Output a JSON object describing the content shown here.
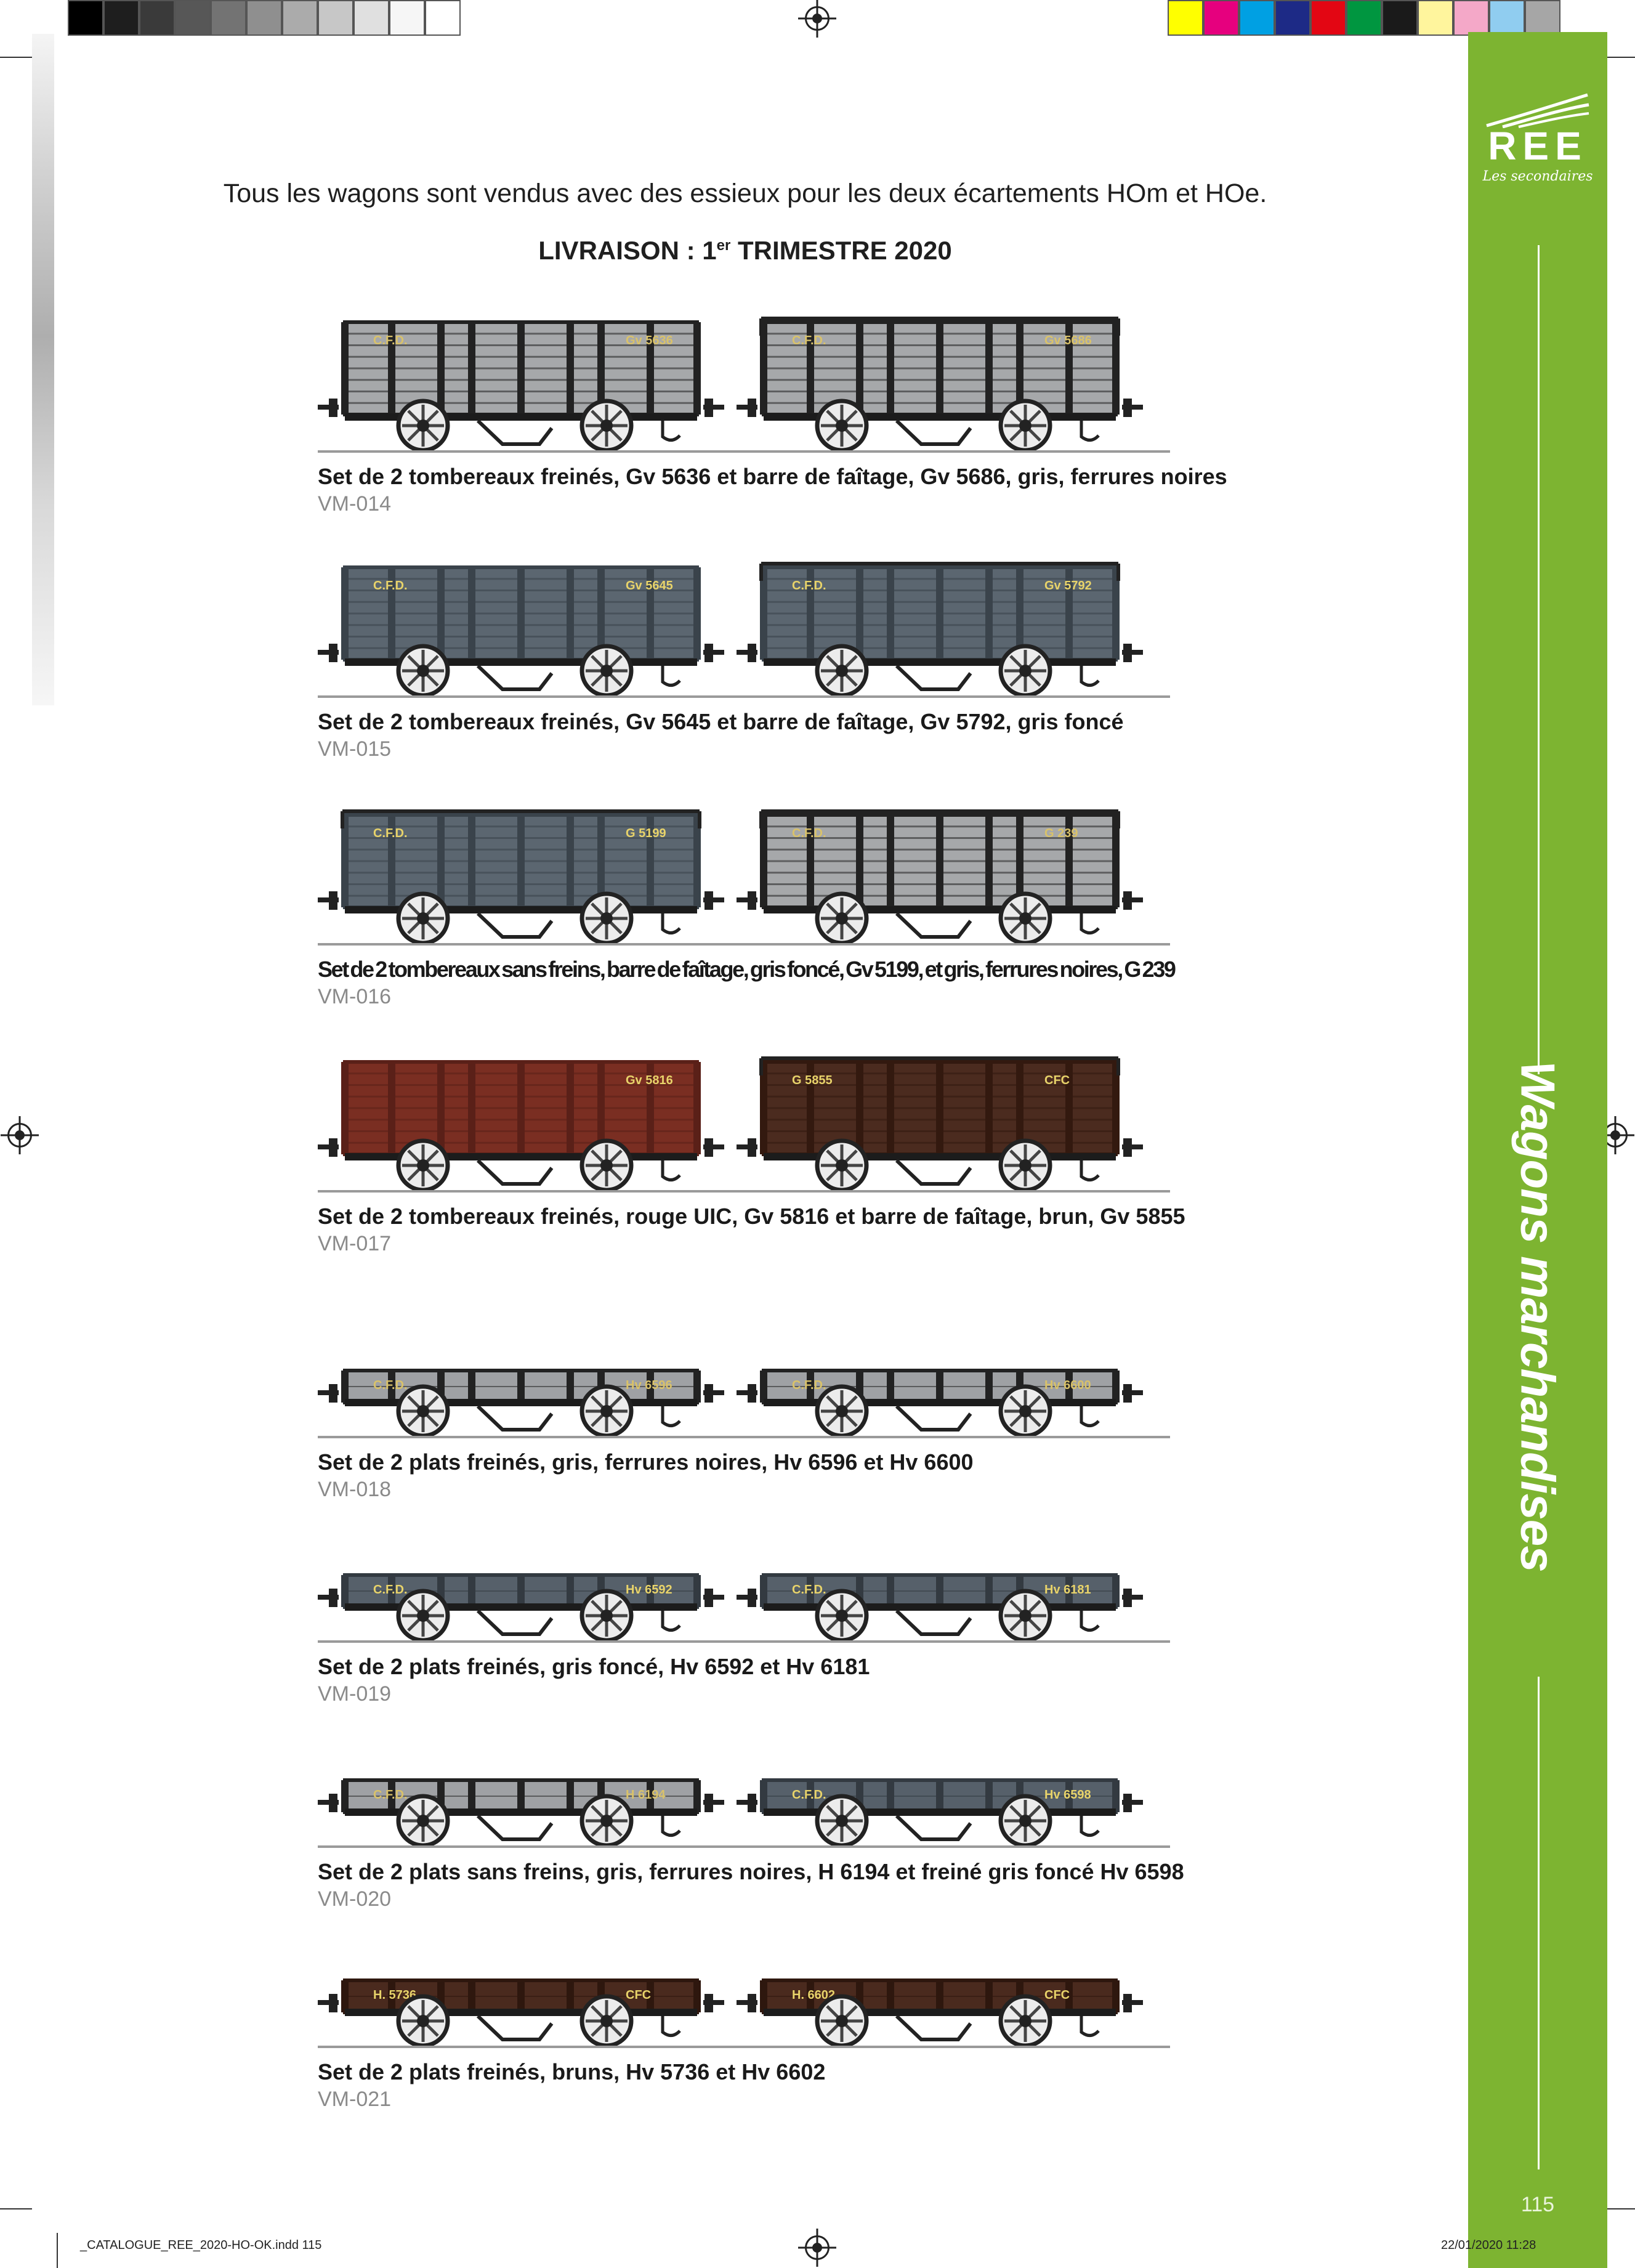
{
  "print_marks": {
    "gray_swatches": [
      "#000000",
      "#1e1e1e",
      "#3a3a3a",
      "#575757",
      "#737373",
      "#8f8f8f",
      "#ababab",
      "#c7c7c7",
      "#e0e0e0",
      "#f6f6f6",
      "#ffffff"
    ],
    "color_swatches": [
      "#ffff00",
      "#e6007e",
      "#00a0e3",
      "#1d2a86",
      "#e30613",
      "#009640",
      "#1a1a1a",
      "#fff59d",
      "#f4a8c8",
      "#90cdf0",
      "#a6a6a6"
    ]
  },
  "sidebar": {
    "brand": "REE",
    "brand_subtitle": "Les secondaires",
    "section_title": "Wagons marchandises",
    "page_number": "115",
    "color": "#7db431"
  },
  "intro": "Tous les wagons sont vendus avec des essieux pour les deux écartements HOm et HOe.",
  "delivery": {
    "prefix": "LIVRAISON : 1",
    "sup": "er",
    "suffix": " TRIMESTRE 2020"
  },
  "products": [
    {
      "title": "Set de 2 tombereaux freinés, Gv 5636 et barre de faîtage, Gv 5686, gris, ferrures noires",
      "ref": "VM-014",
      "wagons": [
        {
          "kind": "tombereau",
          "body": "#a6a8aa",
          "bars": "#222222",
          "roof_bar": false,
          "left": "C.F.D.",
          "right": "Gv 5636"
        },
        {
          "kind": "tombereau",
          "body": "#a6a8aa",
          "bars": "#222222",
          "roof_bar": true,
          "left": "C.F.D.",
          "right": "Gv 5686"
        }
      ]
    },
    {
      "title": "Set de 2 tombereaux freinés, Gv 5645 et barre de faîtage, Gv 5792, gris foncé",
      "ref": "VM-015",
      "wagons": [
        {
          "kind": "tombereau",
          "body": "#5b6670",
          "bars": "#3a434b",
          "roof_bar": false,
          "left": "C.F.D.",
          "right": "Gv 5645"
        },
        {
          "kind": "tombereau",
          "body": "#5b6670",
          "bars": "#3a434b",
          "roof_bar": true,
          "left": "C.F.D.",
          "right": "Gv 5792"
        }
      ]
    },
    {
      "title": "Set de 2 tombereaux sans freins, barre de faîtage, gris foncé, Gv 5199, et gris, ferrures noires, G 239",
      "ref": "VM-016",
      "wagons": [
        {
          "kind": "tombereau",
          "body": "#5b6670",
          "bars": "#3a434b",
          "roof_bar": true,
          "left": "C.F.D.",
          "right": "G 5199"
        },
        {
          "kind": "tombereau",
          "body": "#a6a8aa",
          "bars": "#222222",
          "roof_bar": true,
          "left": "C.F.D.",
          "right": "G 239"
        }
      ]
    },
    {
      "title": "Set de 2 tombereaux freinés, rouge UIC, Gv 5816 et barre de faîtage, brun, Gv 5855",
      "ref": "VM-017",
      "wagons": [
        {
          "kind": "tombereau",
          "body": "#7a2e22",
          "bars": "#5a2018",
          "roof_bar": false,
          "left": "",
          "right": "Gv 5816"
        },
        {
          "kind": "tombereau",
          "body": "#4b2b1f",
          "bars": "#33190f",
          "roof_bar": true,
          "left": "G 5855",
          "right": "CFC"
        }
      ]
    },
    {
      "title": "Set de 2 plats freinés, gris, ferrures noires, Hv 6596 et Hv 6600",
      "ref": "VM-018",
      "wagons": [
        {
          "kind": "plat",
          "body": "#9fa1a4",
          "bars": "#222222",
          "left": "C.F.D.",
          "right": "Hv 6596"
        },
        {
          "kind": "plat",
          "body": "#9fa1a4",
          "bars": "#222222",
          "left": "C.F.D.",
          "right": "Hv 6600"
        }
      ]
    },
    {
      "title": "Set de 2 plats freinés, gris foncé, Hv 6592 et Hv 6181",
      "ref": "VM-019",
      "wagons": [
        {
          "kind": "plat",
          "body": "#56606a",
          "bars": "#333a41",
          "left": "C.F.D.",
          "right": "Hv 6592"
        },
        {
          "kind": "plat",
          "body": "#56606a",
          "bars": "#333a41",
          "left": "C.F.D.",
          "right": "Hv 6181"
        }
      ]
    },
    {
      "title": "Set de 2 plats sans freins, gris, ferrures noires, H 6194 et freiné gris foncé Hv 6598",
      "ref": "VM-020",
      "wagons": [
        {
          "kind": "plat",
          "body": "#9fa1a4",
          "bars": "#222222",
          "left": "C.F.D.",
          "right": "H 6194"
        },
        {
          "kind": "plat",
          "body": "#56606a",
          "bars": "#333a41",
          "left": "C.F.D.",
          "right": "Hv 6598"
        }
      ]
    },
    {
      "title": "Set de 2 plats freinés, bruns, Hv 5736 et Hv 6602",
      "ref": "VM-021",
      "wagons": [
        {
          "kind": "plat",
          "body": "#4a2a1e",
          "bars": "#2e170e",
          "left": "H. 5736",
          "right": "CFC"
        },
        {
          "kind": "plat",
          "body": "#4a2a1e",
          "bars": "#2e170e",
          "left": "H. 6602",
          "right": "CFC"
        }
      ]
    }
  ],
  "footer": {
    "file": "_CATALOGUE_REE_2020-HO-OK.indd   115",
    "date": "22/01/2020   11:28"
  }
}
